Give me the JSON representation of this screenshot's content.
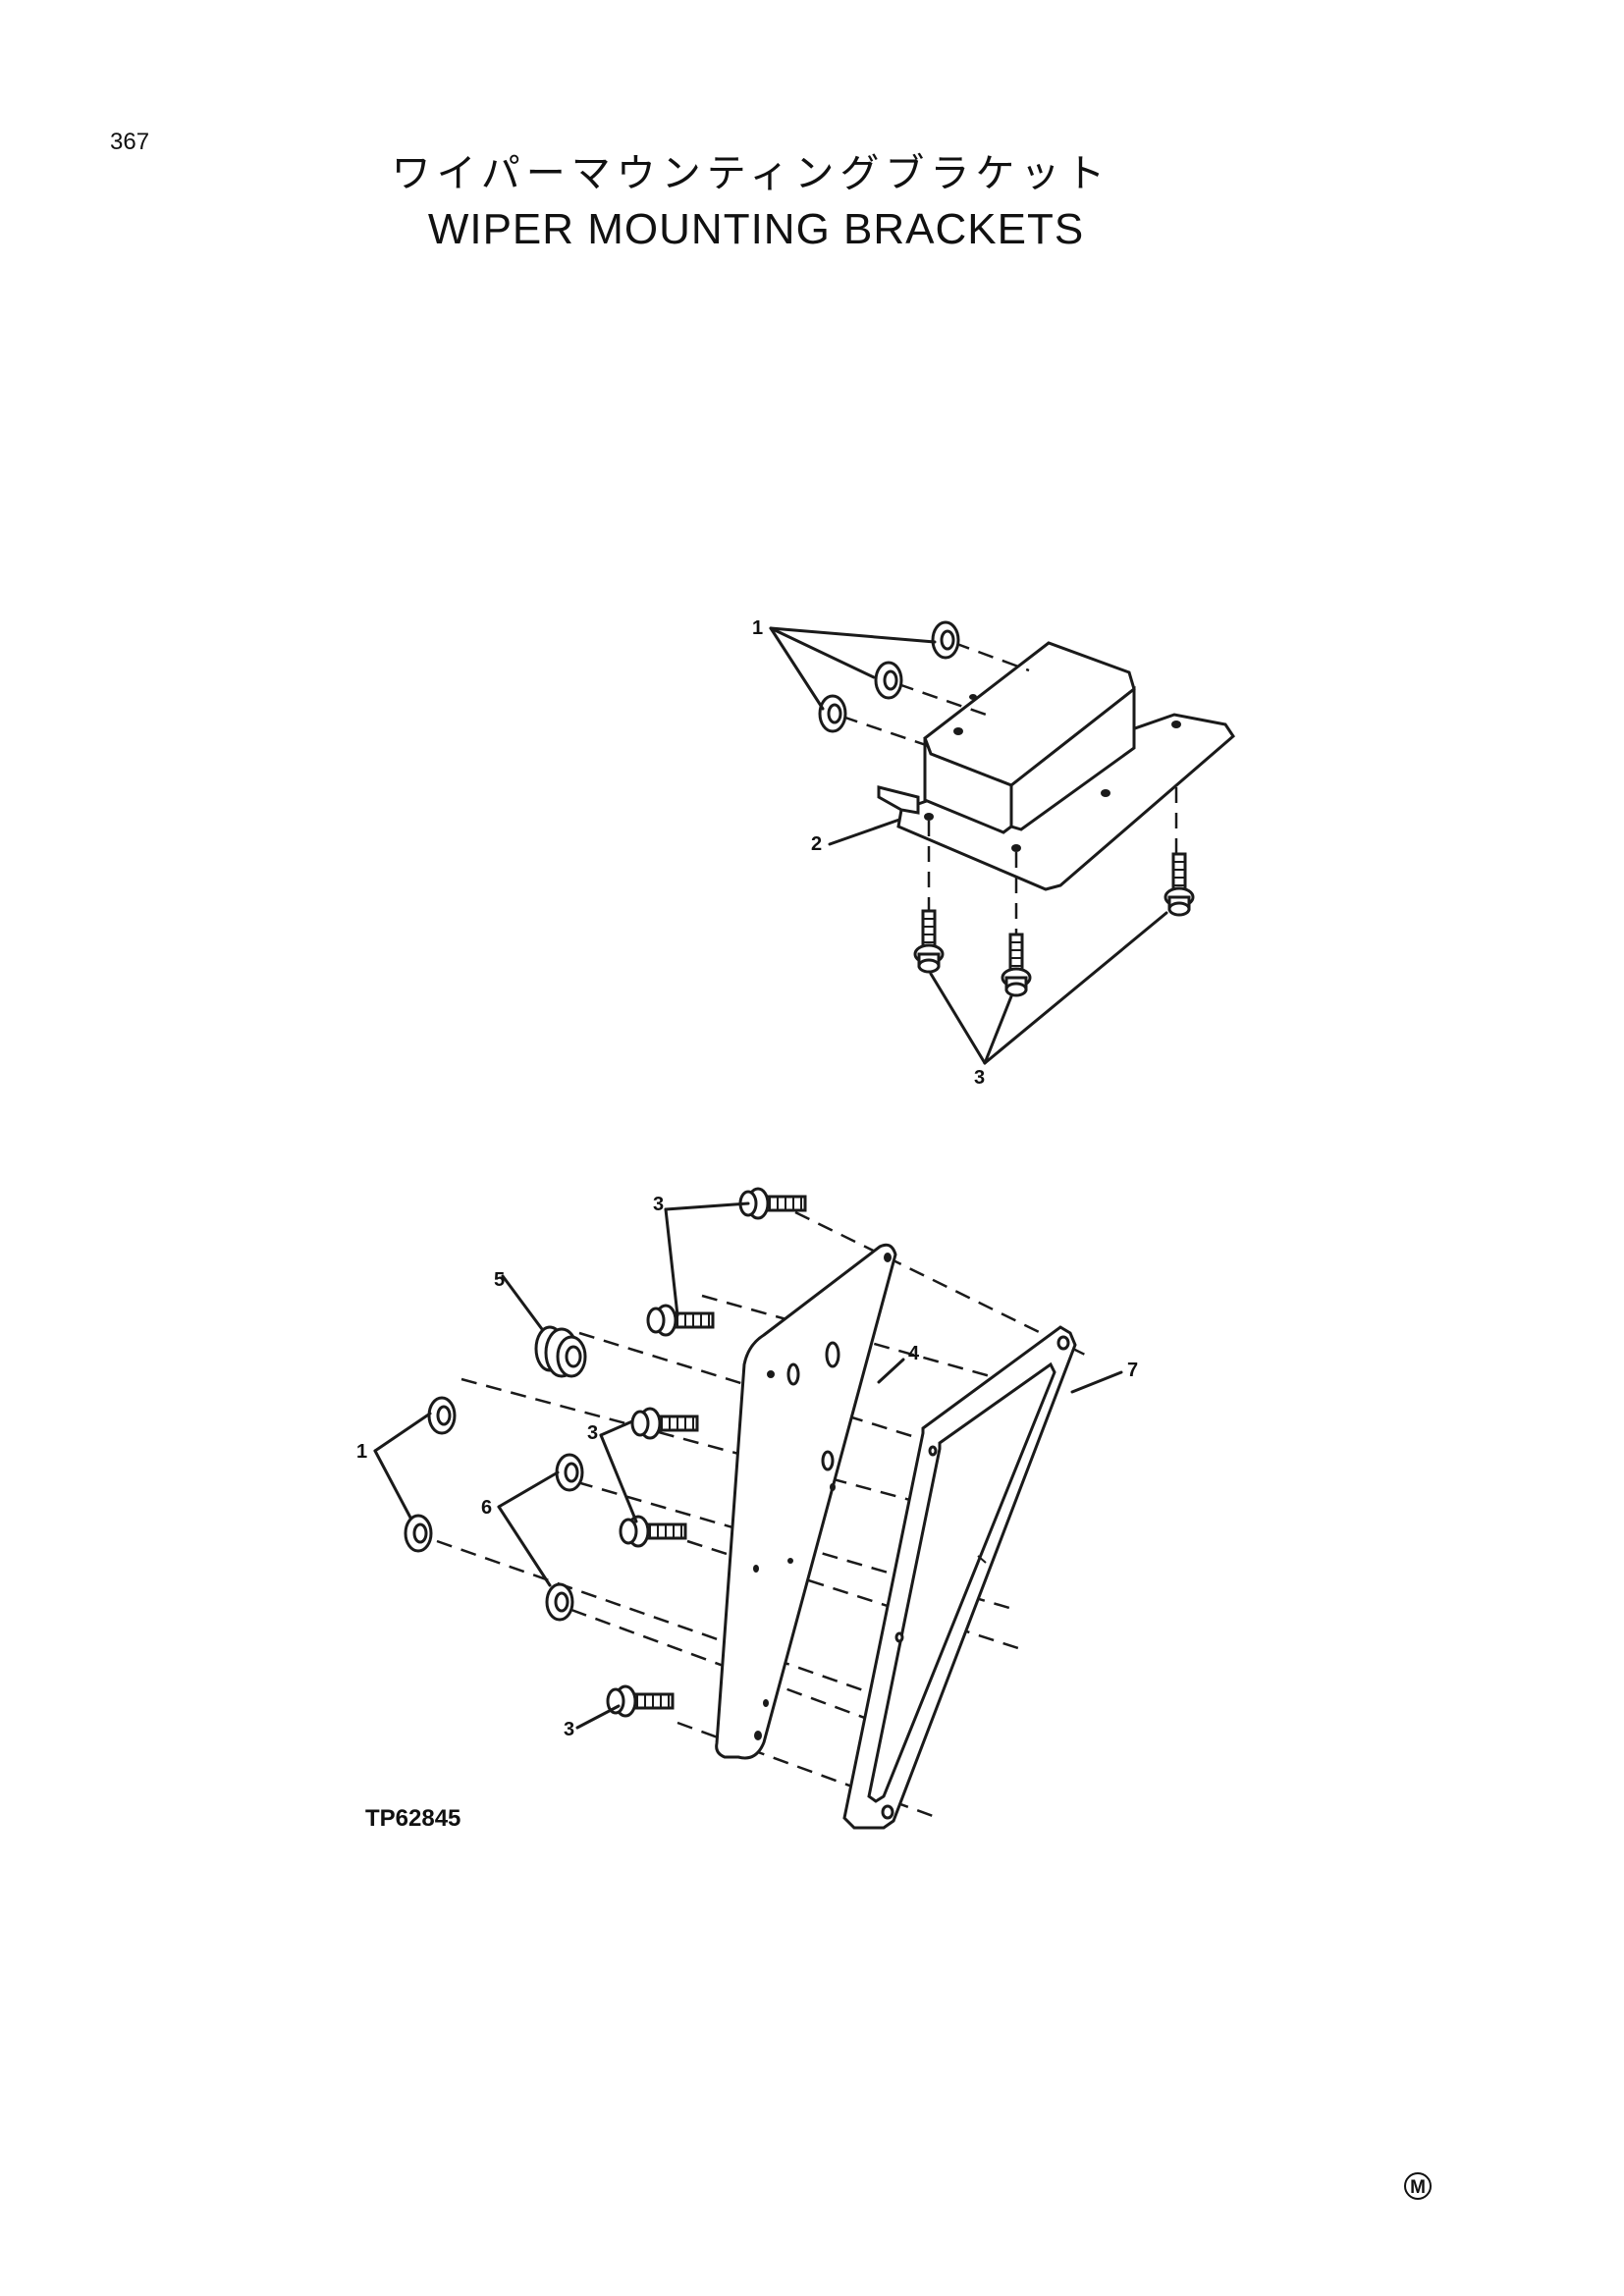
{
  "header": {
    "page_number": "367",
    "title_jp": "ワイパーマウンティングブラケット",
    "title_en": "WIPER MOUNTING BRACKETS"
  },
  "diagram": {
    "reference_code": "TP62845",
    "corner_mark": "M",
    "callouts": {
      "top_washers": "1",
      "top_bracket": "2",
      "top_bolts": "3",
      "bottom_bolts_upper": "3",
      "bottom_bolts_middle": "3",
      "bottom_bolt_lower": "3",
      "plate": "4",
      "grommet": "5",
      "bottom_washers_left": "1",
      "bottom_washers_mid": "6",
      "gasket": "7"
    }
  }
}
